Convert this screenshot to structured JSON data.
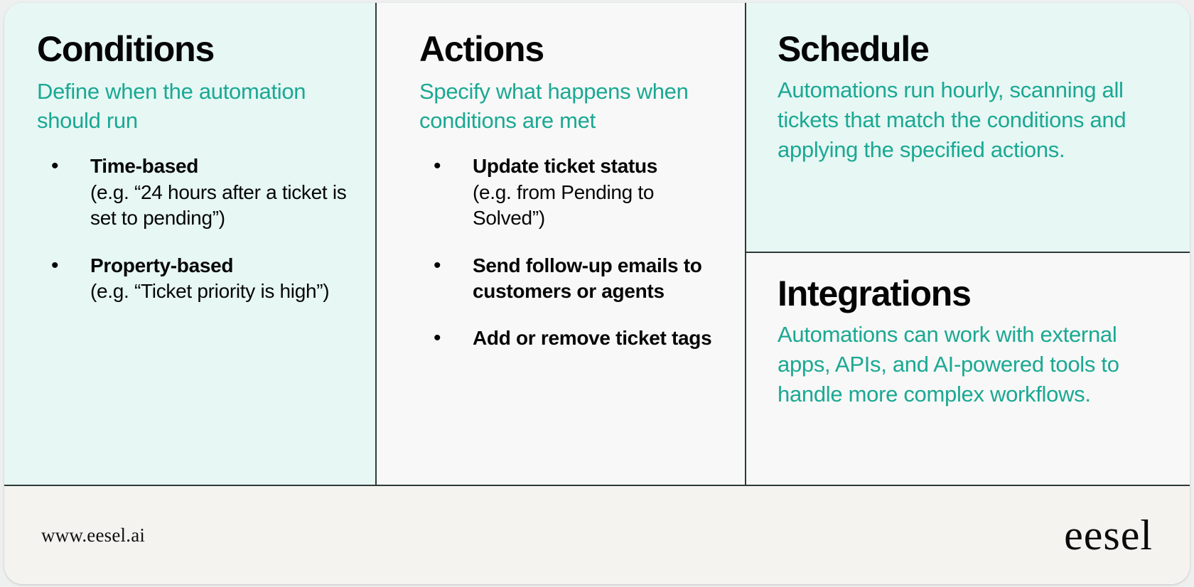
{
  "panels": {
    "conditions": {
      "heading": "Conditions",
      "subheading": "Define when the automation should run",
      "bullets": [
        {
          "title": "Time-based",
          "note": "(e.g. “24 hours after a ticket is set to pending”)"
        },
        {
          "title": "Property-based",
          "note": "(e.g. “Ticket priority is high”)"
        }
      ]
    },
    "actions": {
      "heading": "Actions",
      "subheading": "Specify what happens when conditions are met",
      "bullets": [
        {
          "title": "Update ticket status",
          "note": "(e.g. from Pending to Solved”)"
        },
        {
          "title": "Send follow-up emails to customers or agents",
          "note": ""
        },
        {
          "title": "Add or remove ticket tags",
          "note": ""
        }
      ]
    },
    "schedule": {
      "heading": "Schedule",
      "body": "Automations run hourly, scanning all tickets that match the conditions and applying the specified actions."
    },
    "integrations": {
      "heading": "Integrations",
      "body": "Automations can work with external apps, APIs, and AI-powered tools to handle more complex workflows."
    }
  },
  "footer": {
    "url": "www.eesel.ai",
    "logo": "eesel"
  },
  "colors": {
    "teal_text": "#1ba893",
    "teal_panel_bg": "#e6f7f4",
    "neutral_panel_bg": "#f7f8f7",
    "footer_bg": "#f4f3f0",
    "divider": "#2f3a38",
    "heading_text": "#050505"
  }
}
